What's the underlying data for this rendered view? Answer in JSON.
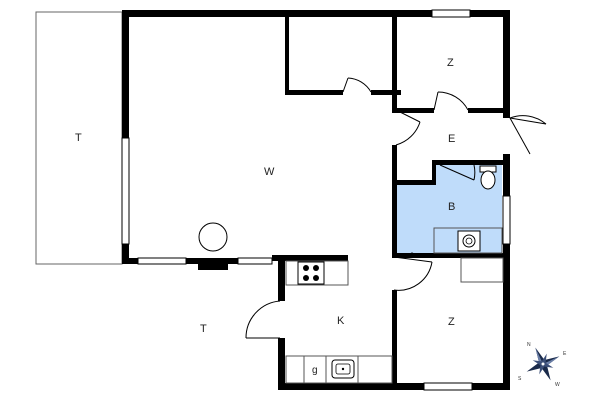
{
  "rooms": {
    "terrace_west": "T",
    "living": "W",
    "bedroom_north": "Z",
    "entrance": "E",
    "bathroom": "B",
    "kitchen": "K",
    "bedroom_south": "Z",
    "terrace_south": "T",
    "kitchen_counter_item": "g"
  },
  "compass": {
    "north": "N",
    "east": "E",
    "south": "S",
    "west": "W"
  },
  "colors": {
    "wall": "#000000",
    "bathroom_fill": "#bfdcfa",
    "outline": "#555555"
  },
  "icons": [
    "door-swing-icon",
    "stove-icon",
    "sink-icon",
    "toilet-icon",
    "washbasin-icon",
    "compass-rose-icon",
    "round-table-icon"
  ]
}
